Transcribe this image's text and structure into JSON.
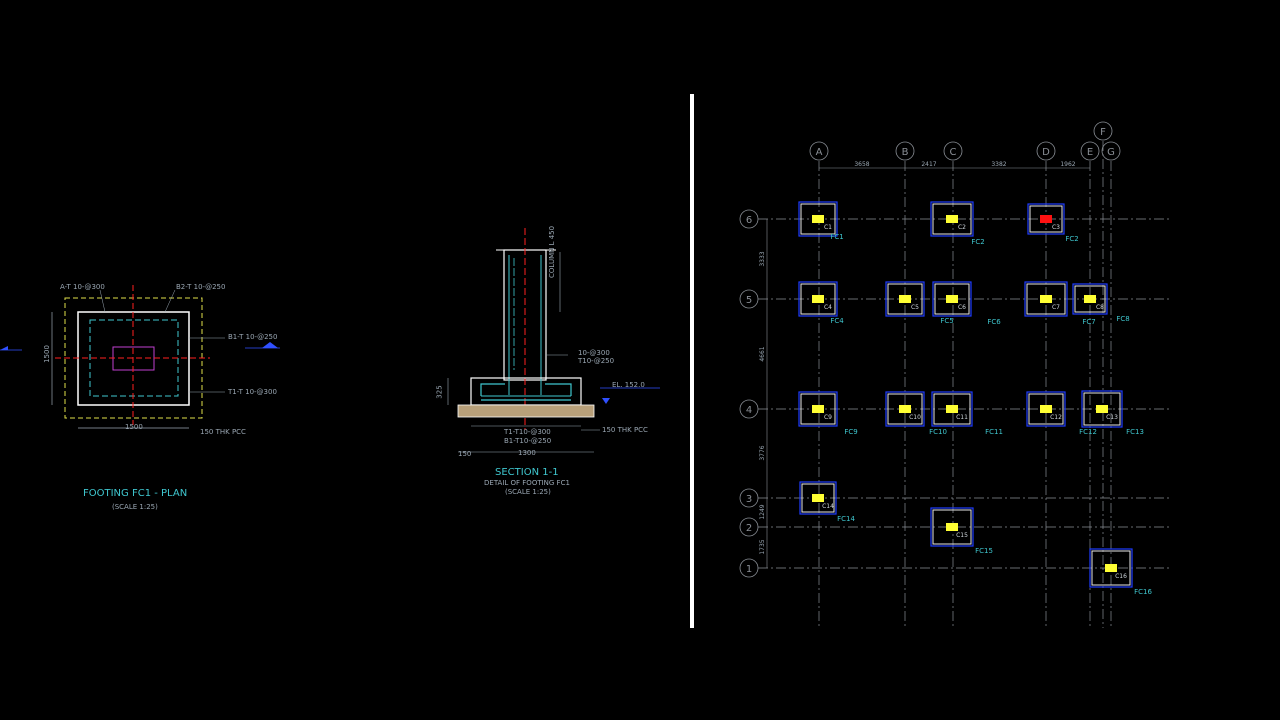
{
  "plan": {
    "title": "FOOTING FC1 - PLAN",
    "scale": "(SCALE 1:25)",
    "notes": [
      "A-T 10-@300",
      "B2-T 10-@250",
      "B1-T 10-@250",
      "T1-T 10-@300",
      "150 THK PCC"
    ],
    "dims": [
      "1500",
      "1500"
    ]
  },
  "section": {
    "title": "SECTION 1-1",
    "subtitle": "DETAIL OF FOOTING FC1",
    "scale": "(SCALE 1:25)",
    "notes": [
      "COLUMN L 450",
      "10-@300",
      "T10-@250",
      "EL. 152.0",
      "150 THK PCC",
      "T1-T10-@300",
      "B1-T10-@250"
    ],
    "dims": [
      "1300",
      "150",
      "325"
    ]
  },
  "grid": {
    "columns": [
      "A",
      "B",
      "C",
      "D",
      "E",
      "F",
      "G"
    ],
    "rows": [
      "6",
      "5",
      "4",
      "3",
      "2",
      "1"
    ],
    "x_dims": [
      "3658",
      "2417",
      "3382",
      "1962"
    ],
    "y_dims": [
      "3333",
      "4661",
      "3776",
      "1249",
      "1735"
    ],
    "columns_pos": [
      {
        "label": "C1",
        "footing": "FC1"
      },
      {
        "label": "C2",
        "footing": "FC2"
      },
      {
        "label": "C3",
        "footing": "FC2"
      },
      {
        "label": "C4",
        "footing": "FC4"
      },
      {
        "label": "C5",
        "footing": "FC5"
      },
      {
        "label": "C6",
        "footing": "FC6"
      },
      {
        "label": "C7",
        "footing": "FC7"
      },
      {
        "label": "C8",
        "footing": "FC8"
      },
      {
        "label": "C9",
        "footing": "FC9"
      },
      {
        "label": "C10",
        "footing": "FC10"
      },
      {
        "label": "C11",
        "footing": "FC11"
      },
      {
        "label": "C12",
        "footing": "FC12"
      },
      {
        "label": "C13",
        "footing": "FC13"
      },
      {
        "label": "C14",
        "footing": "FC14"
      },
      {
        "label": "C15",
        "footing": "FC15"
      },
      {
        "label": "C16",
        "footing": "FC16"
      }
    ]
  },
  "colors": {
    "accent": "#3fc7cf",
    "dim": "#9aa7b3",
    "highlight": "#ff1111",
    "column_fill": "#ffff33",
    "centerline": "#ff2020",
    "pcc": "#b8a07a"
  }
}
